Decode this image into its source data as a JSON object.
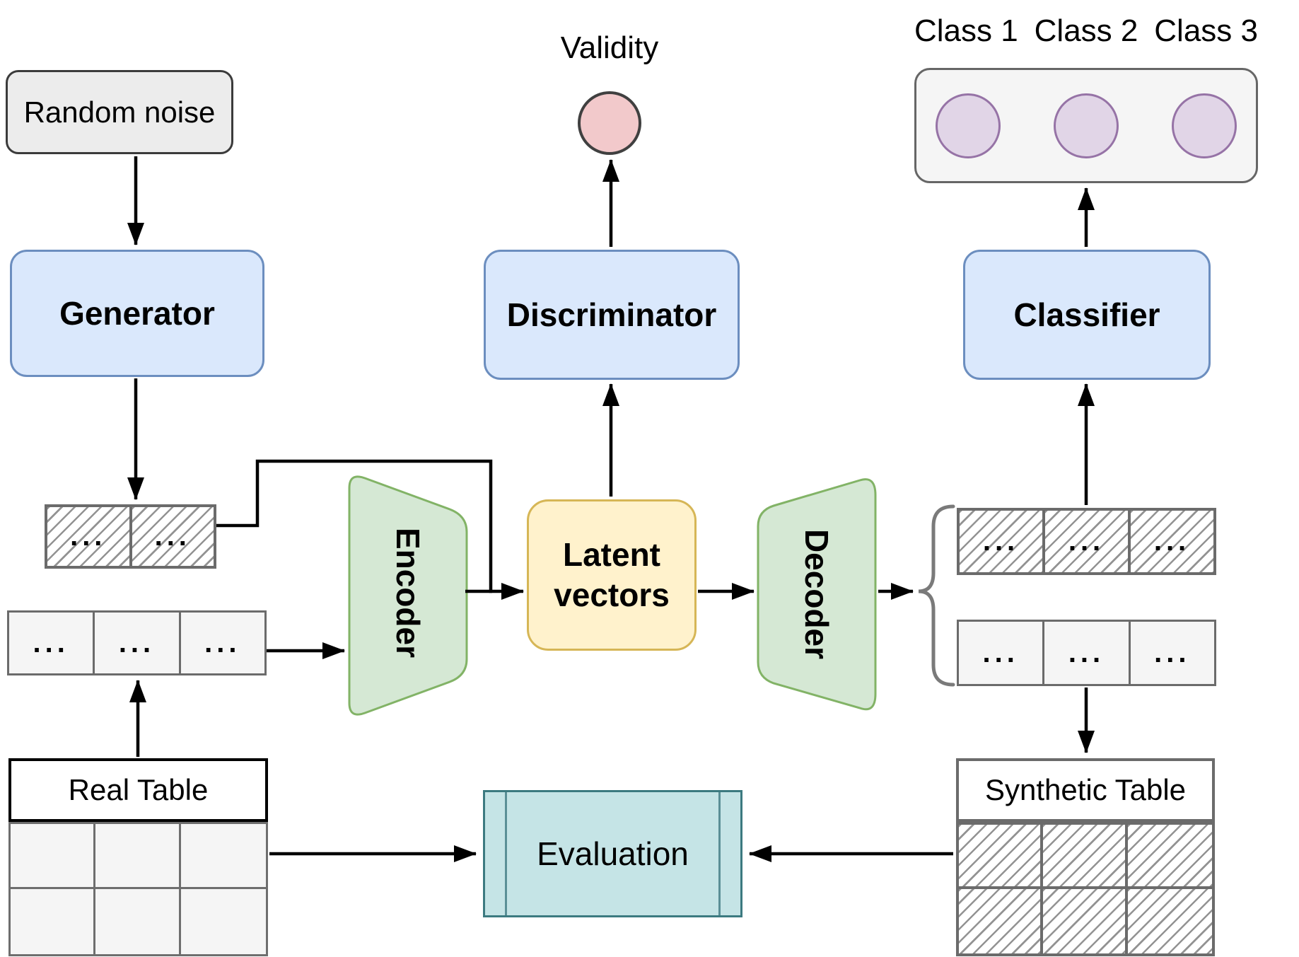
{
  "diagram": {
    "nodes": {
      "random_noise": {
        "label": "Random noise",
        "fill": "#ececec",
        "stroke": "#3b3b3b"
      },
      "generator": {
        "label": "Generator",
        "fill": "#dae8fc",
        "stroke": "#6c8ebf"
      },
      "validity": {
        "label": "Validity",
        "fill": "#f2c9cb",
        "stroke": "#404040"
      },
      "discriminator": {
        "label": "Discriminator",
        "fill": "#dae8fc",
        "stroke": "#6c8ebf"
      },
      "class_outputs": {
        "labels": [
          "Class 1",
          "Class 2",
          "Class 3"
        ],
        "panel_fill": "#f5f5f5",
        "panel_stroke": "#666666",
        "circle_fill": "#e1d5e7",
        "circle_stroke": "#9673a6"
      },
      "classifier": {
        "label": "Classifier",
        "fill": "#dae8fc",
        "stroke": "#6c8ebf"
      },
      "encoder": {
        "label": "Encoder",
        "fill": "#d5e8d4",
        "stroke": "#82b366"
      },
      "latent_vectors": {
        "label": "Latent vectors",
        "fill": "#fff2cc",
        "stroke": "#d6b656"
      },
      "decoder": {
        "label": "Decoder",
        "fill": "#d5e8d4",
        "stroke": "#82b366"
      },
      "real_table": {
        "label": "Real Table"
      },
      "synthetic_table": {
        "label": "Synthetic Table"
      },
      "evaluation": {
        "label": "Evaluation",
        "fill": "#c5e4e6",
        "stroke": "#3c7a80"
      }
    },
    "rows": {
      "generator_output_row": {
        "style": "hatched",
        "cells": [
          "...",
          "..."
        ]
      },
      "real_data_row": {
        "style": "plain",
        "cells": [
          "...",
          "...",
          "..."
        ]
      },
      "synthetic_hatched_row": {
        "style": "hatched",
        "cells": [
          "...",
          "...",
          "..."
        ]
      },
      "synthetic_plain_row": {
        "style": "plain",
        "cells": [
          "...",
          "...",
          "..."
        ]
      }
    },
    "edges": [
      {
        "from": "random-noise",
        "to": "generator"
      },
      {
        "from": "generator",
        "to": "generator-output-row"
      },
      {
        "from": "generator-output-row",
        "to": "latent-vectors"
      },
      {
        "from": "real-data-row",
        "to": "encoder"
      },
      {
        "from": "encoder",
        "to": "latent-vectors"
      },
      {
        "from": "latent-vectors",
        "to": "discriminator"
      },
      {
        "from": "discriminator",
        "to": "validity"
      },
      {
        "from": "latent-vectors",
        "to": "decoder"
      },
      {
        "from": "decoder",
        "to": "synthetic-rows"
      },
      {
        "from": "synthetic-hatched-row",
        "to": "classifier"
      },
      {
        "from": "classifier",
        "to": "class-outputs"
      },
      {
        "from": "synthetic-plain-row",
        "to": "synthetic-table"
      },
      {
        "from": "real-table",
        "to": "real-data-row"
      },
      {
        "from": "real-table",
        "to": "evaluation"
      },
      {
        "from": "synthetic-table",
        "to": "evaluation"
      }
    ],
    "line_color": "#000000",
    "sketch_color": "#6b6b6b"
  }
}
